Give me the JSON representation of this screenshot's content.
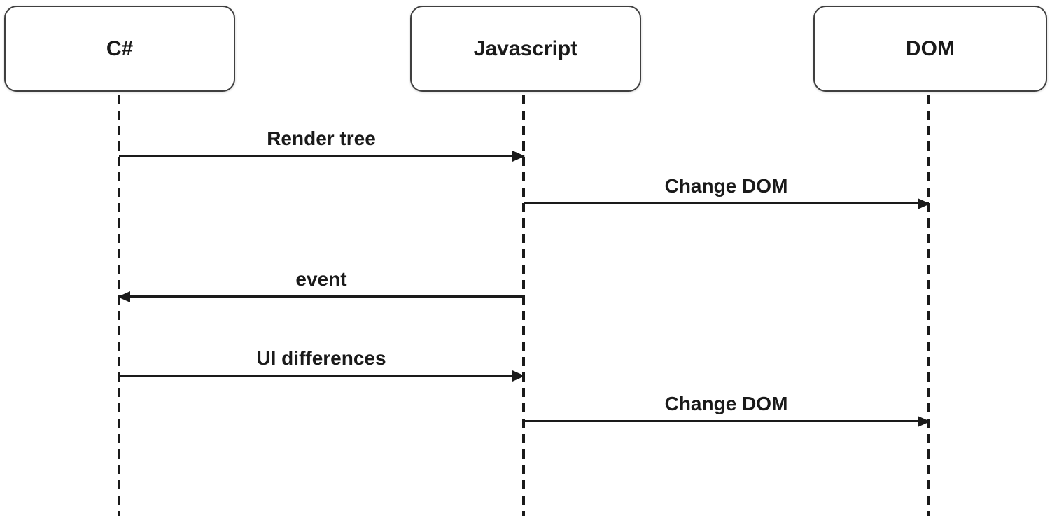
{
  "diagram": {
    "type": "sequence-diagram",
    "actors": [
      {
        "id": "csharp",
        "label": "C#"
      },
      {
        "id": "javascript",
        "label": "Javascript"
      },
      {
        "id": "dom",
        "label": "DOM"
      }
    ],
    "messages": [
      {
        "label": "Render tree",
        "from": "csharp",
        "to": "javascript",
        "direction": "right"
      },
      {
        "label": "Change DOM",
        "from": "javascript",
        "to": "dom",
        "direction": "right"
      },
      {
        "label": "event",
        "from": "javascript",
        "to": "csharp",
        "direction": "left"
      },
      {
        "label": "UI differences",
        "from": "csharp",
        "to": "javascript",
        "direction": "right"
      },
      {
        "label": "Change DOM",
        "from": "javascript",
        "to": "dom",
        "direction": "right"
      }
    ],
    "colors": {
      "line": "#1a1a1a",
      "text": "#1a1a1a",
      "box_border": "#3f3f3f",
      "background": "#ffffff"
    }
  }
}
